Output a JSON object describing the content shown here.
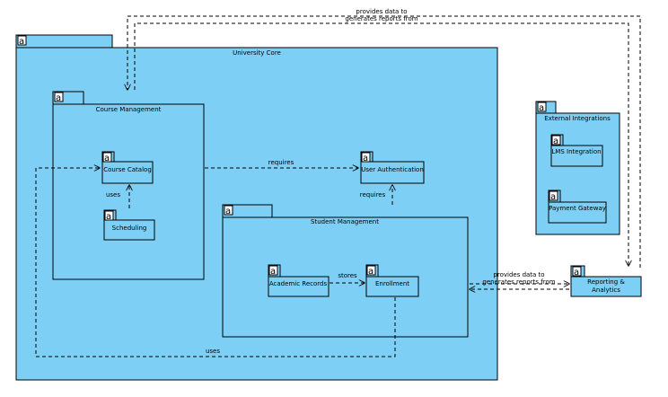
{
  "icon_glyph": "a",
  "colors": {
    "package_fill": "#7ecff5",
    "stroke": "#000000"
  },
  "packages": {
    "university_core": "University Core",
    "course_management": "Course Management",
    "course_catalog": "Course Catalog",
    "scheduling": "Scheduling",
    "user_authentication": "User Authentication",
    "student_management": "Student Management",
    "academic_records": "Academic Records",
    "enrollment": "Enrollment",
    "external_integrations": "External Integrations",
    "lms_integration": "LMS Integration",
    "payment_gateway": "Payment Gateway",
    "reporting_line1": "Reporting &",
    "reporting_line2": "Analytics"
  },
  "edges": {
    "top_line1": "provides data to",
    "top_line2": "generates reports from",
    "requires_1": "requires",
    "uses_1": "uses",
    "requires_2": "requires",
    "stores": "stores",
    "right_line1": "provides data to",
    "right_line2": "generates reports from",
    "uses_2": "uses"
  }
}
